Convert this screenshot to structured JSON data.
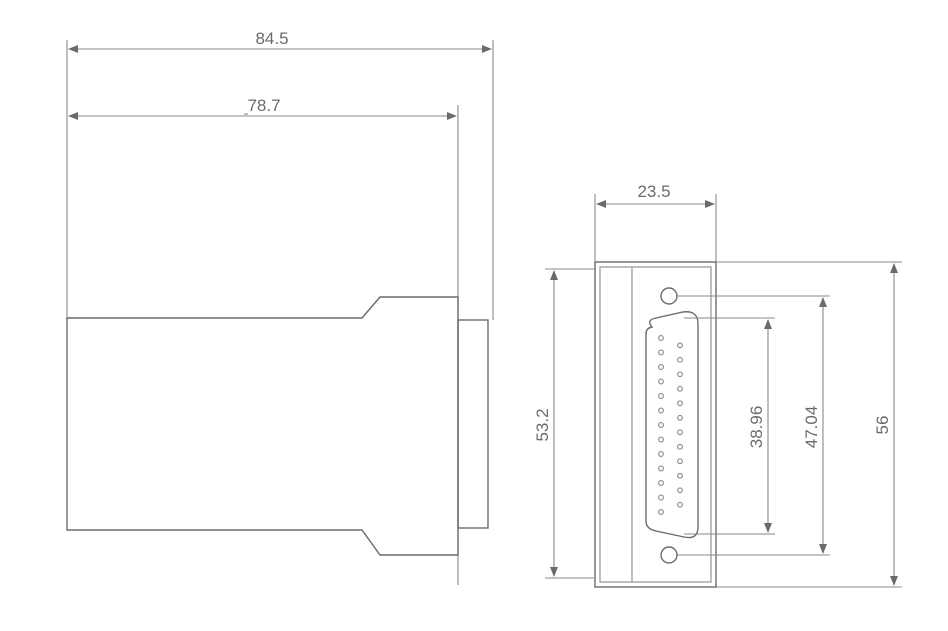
{
  "side_view": {
    "dim_overall_width": "84.5",
    "dim_body_width": "78.7"
  },
  "front_view": {
    "dim_width": "23.5",
    "dim_height_left": "53.2",
    "dim_inner_pitch": "38.96",
    "dim_hole_pitch": "47.04",
    "dim_overall_height": "56"
  },
  "connector": {
    "pins_left_column": 13,
    "pins_right_column": 12
  },
  "colors": {
    "line": "#6b6b6b",
    "background": "#ffffff"
  }
}
